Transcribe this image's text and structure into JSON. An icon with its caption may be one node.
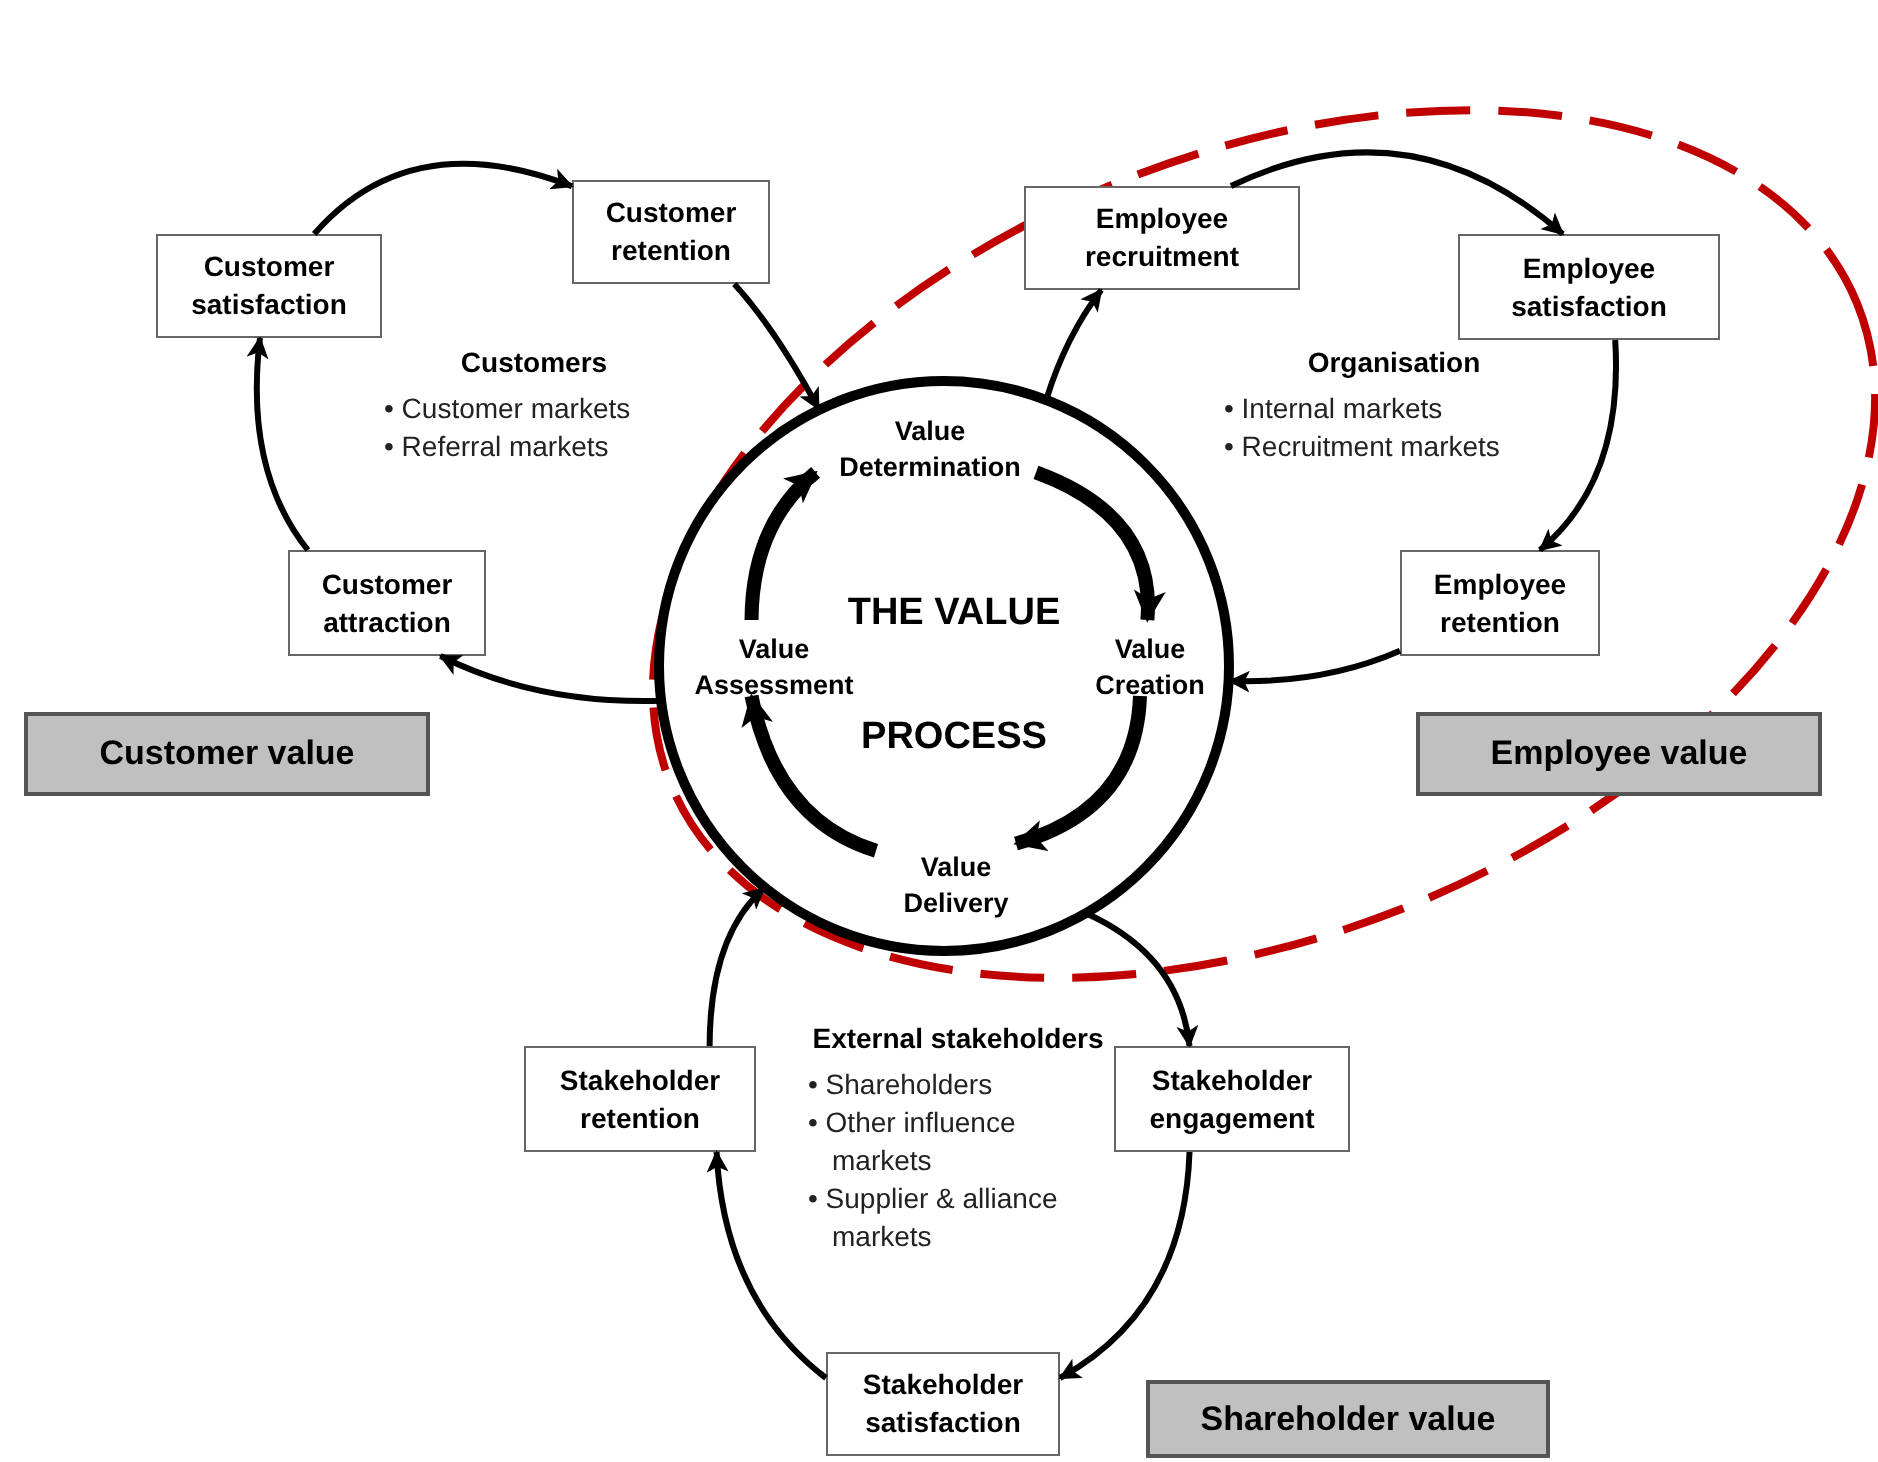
{
  "diagram": {
    "nodes": [
      {
        "text": [
          "THE VALUE",
          "PROCESS"
        ]
      },
      {
        "text": [
          "Value Determination"
        ],
        "in": 0
      },
      {
        "text": [
          "Value Creation"
        ],
        "in": 0
      },
      {
        "text": [
          "Value Delivery"
        ],
        "in": 0
      },
      {
        "text": [
          "Value Assessment"
        ],
        "in": 0
      },
      {
        "text": [
          "Customer satisfaction"
        ]
      },
      {
        "text": [
          "Customer retention"
        ]
      },
      {
        "text": [
          "Customer attraction"
        ]
      },
      {
        "text": [
          "Employee recruitment"
        ]
      },
      {
        "text": [
          "Employee satisfaction"
        ]
      },
      {
        "text": [
          "Employee retention"
        ]
      },
      {
        "text": [
          "Stakeholder engagement"
        ]
      },
      {
        "text": [
          "Stakeholder satisfaction"
        ]
      },
      {
        "text": [
          "Stakeholder retention"
        ]
      },
      {
        "text": [
          "Customer value"
        ]
      },
      {
        "text": [
          "Employee value"
        ]
      },
      {
        "text": [
          "Shareholder value"
        ]
      }
    ],
    "edges": [
      {
        "from": 7,
        "to": 5,
        "arrow": "to"
      },
      {
        "from": 5,
        "to": 6,
        "arrow": "to"
      },
      {
        "from": 6,
        "to": 0,
        "arrow": "to"
      },
      {
        "from": 0,
        "to": 7,
        "arrow": "to"
      },
      {
        "from": 0,
        "to": 8,
        "arrow": "to"
      },
      {
        "from": 8,
        "to": 9,
        "arrow": "to"
      },
      {
        "from": 9,
        "to": 10,
        "arrow": "to"
      },
      {
        "from": 10,
        "to": 0,
        "arrow": "to"
      },
      {
        "from": 0,
        "to": 11,
        "arrow": "to"
      },
      {
        "from": 11,
        "to": 12,
        "arrow": "to"
      },
      {
        "from": 12,
        "to": 13,
        "arrow": "to"
      },
      {
        "from": 13,
        "to": 0,
        "arrow": "to"
      },
      {
        "from": 1,
        "to": 2,
        "arrow": "to",
        "style": "thick"
      },
      {
        "from": 2,
        "to": 3,
        "arrow": "to",
        "style": "thick"
      },
      {
        "from": 3,
        "to": 4,
        "arrow": "to",
        "style": "thick"
      },
      {
        "from": 4,
        "to": 1,
        "arrow": "to",
        "style": "thick"
      }
    ],
    "labels": [
      "Customers",
      "• Customer markets",
      "• Referral markets",
      "Organisation",
      "• Internal markets",
      "• Recruitment markets",
      "External stakeholders",
      "• Shareholders",
      "• Other influence markets",
      "• Supplier & alliance markets"
    ]
  }
}
